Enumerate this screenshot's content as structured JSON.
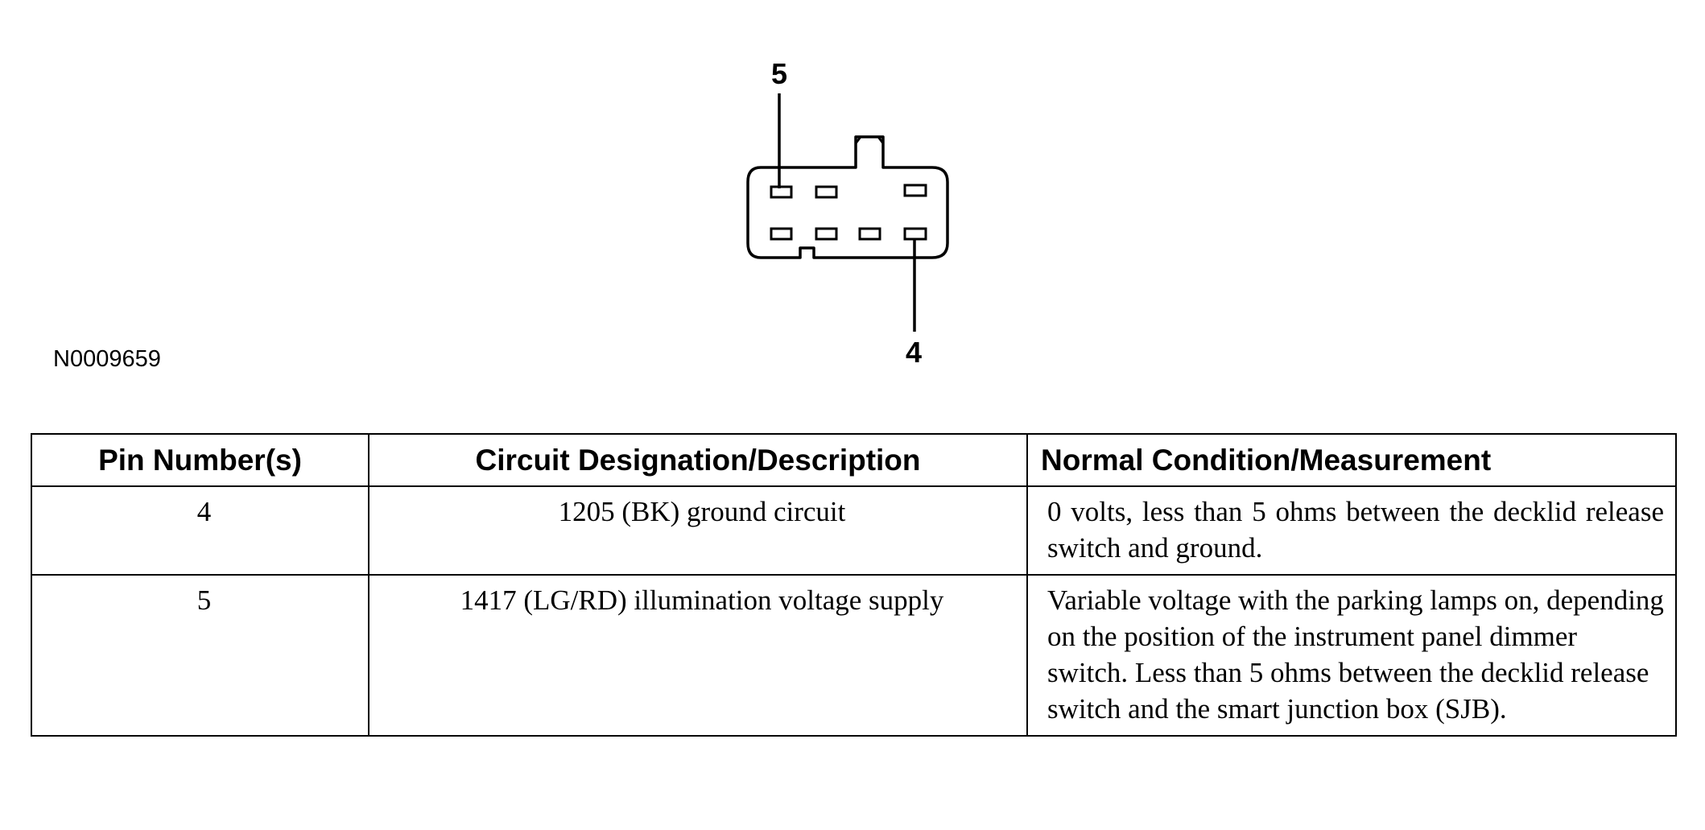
{
  "diagram": {
    "pin_label_top": "5",
    "pin_label_bottom": "4",
    "figure_id": "N0009659"
  },
  "table": {
    "headers": [
      "Pin Number(s)",
      "Circuit Designation/Description",
      "Normal Condition/Measurement"
    ],
    "rows": [
      {
        "pin": "4",
        "circuit": "1205 (BK) ground circuit",
        "condition": "0 volts, less than 5 ohms between the decklid release switch and ground."
      },
      {
        "pin": "5",
        "circuit": "1417 (LG/RD) illumination voltage supply",
        "condition": "Variable voltage with the parking lamps on, depending on the position of the instrument panel dimmer switch. Less than 5 ohms between the decklid release switch and the smart junction box (SJB)."
      }
    ]
  }
}
